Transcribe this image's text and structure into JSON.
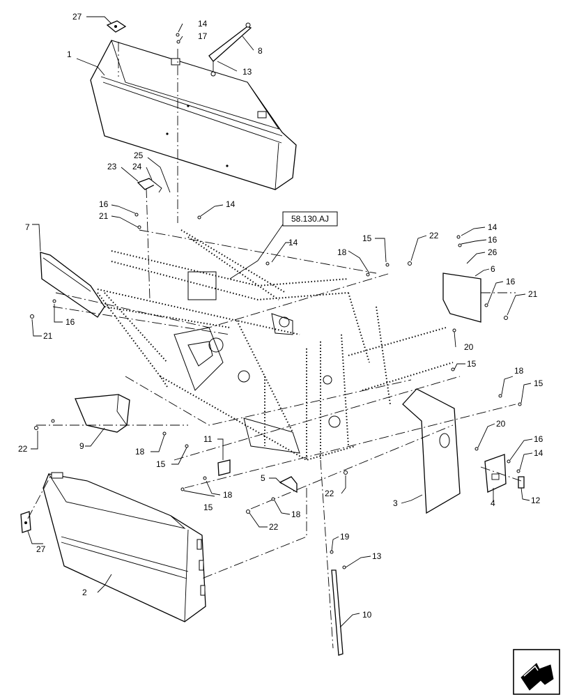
{
  "reference_box": {
    "label": "58.130.AJ"
  },
  "callouts": [
    {
      "id": "c27a",
      "label": "27"
    },
    {
      "id": "c14a",
      "label": "14"
    },
    {
      "id": "c17",
      "label": "17"
    },
    {
      "id": "c8",
      "label": "8"
    },
    {
      "id": "c1",
      "label": "1"
    },
    {
      "id": "c13a",
      "label": "13"
    },
    {
      "id": "c25",
      "label": "25"
    },
    {
      "id": "c23",
      "label": "23"
    },
    {
      "id": "c24",
      "label": "24"
    },
    {
      "id": "c16a",
      "label": "16"
    },
    {
      "id": "c14b",
      "label": "14"
    },
    {
      "id": "c21a",
      "label": "21"
    },
    {
      "id": "c7",
      "label": "7"
    },
    {
      "id": "c14c",
      "label": "14"
    },
    {
      "id": "c18a",
      "label": "18"
    },
    {
      "id": "c15a",
      "label": "15"
    },
    {
      "id": "c22a",
      "label": "22"
    },
    {
      "id": "c14d",
      "label": "14"
    },
    {
      "id": "c16b",
      "label": "16"
    },
    {
      "id": "c26",
      "label": "26"
    },
    {
      "id": "c6",
      "label": "6"
    },
    {
      "id": "c16c",
      "label": "16"
    },
    {
      "id": "c21b",
      "label": "21"
    },
    {
      "id": "c16d",
      "label": "16"
    },
    {
      "id": "c21c",
      "label": "21"
    },
    {
      "id": "c20a",
      "label": "20"
    },
    {
      "id": "c15b",
      "label": "15"
    },
    {
      "id": "c18b",
      "label": "18"
    },
    {
      "id": "c15c",
      "label": "15"
    },
    {
      "id": "c22b",
      "label": "22"
    },
    {
      "id": "c9",
      "label": "9"
    },
    {
      "id": "c18c",
      "label": "18"
    },
    {
      "id": "c15d",
      "label": "15"
    },
    {
      "id": "c11",
      "label": "11"
    },
    {
      "id": "c20b",
      "label": "20"
    },
    {
      "id": "c16e",
      "label": "16"
    },
    {
      "id": "c14e",
      "label": "14"
    },
    {
      "id": "c5",
      "label": "5"
    },
    {
      "id": "c15e",
      "label": "15"
    },
    {
      "id": "c18d",
      "label": "18"
    },
    {
      "id": "c22c",
      "label": "22"
    },
    {
      "id": "c18e",
      "label": "18"
    },
    {
      "id": "c22d",
      "label": "22"
    },
    {
      "id": "c3",
      "label": "3"
    },
    {
      "id": "c4",
      "label": "4"
    },
    {
      "id": "c12",
      "label": "12"
    },
    {
      "id": "c27b",
      "label": "27"
    },
    {
      "id": "c19",
      "label": "19"
    },
    {
      "id": "c13b",
      "label": "13"
    },
    {
      "id": "c2",
      "label": "2"
    },
    {
      "id": "c10",
      "label": "10"
    }
  ],
  "nav_icon": {
    "name": "navigation-arrow-icon"
  }
}
